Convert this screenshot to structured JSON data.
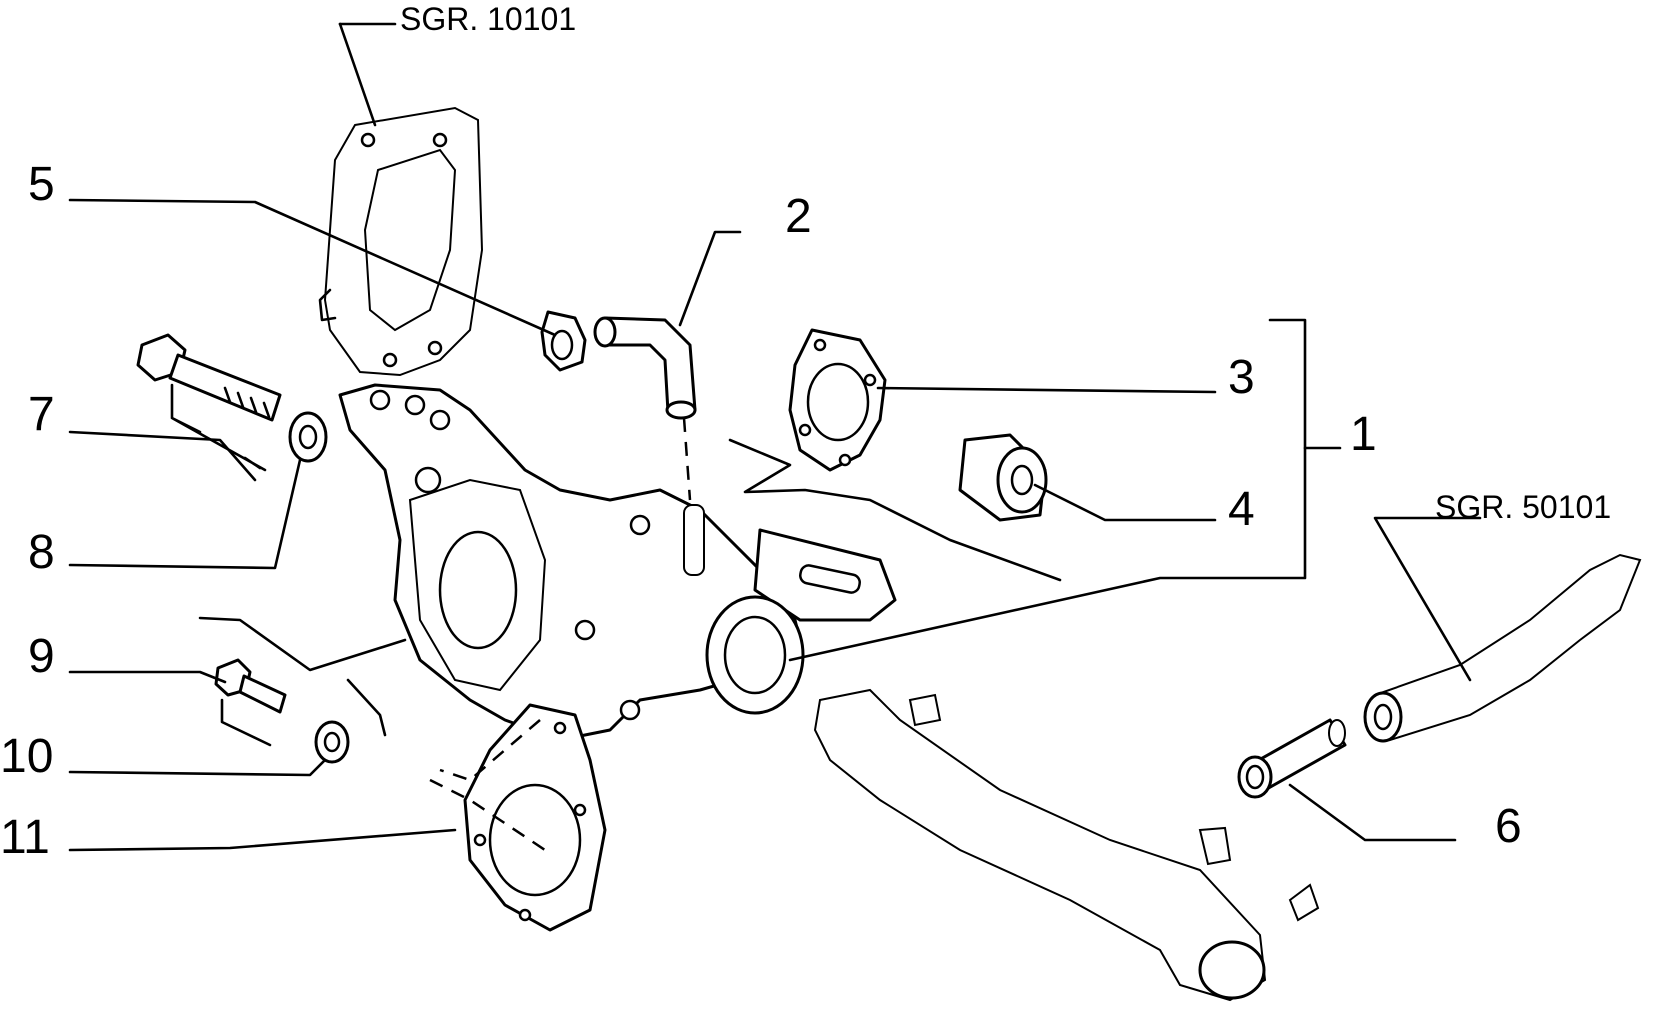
{
  "references": {
    "upper": "SGR. 10101",
    "right": "SGR. 50101"
  },
  "callouts": [
    {
      "id": "c1",
      "text": "1"
    },
    {
      "id": "c2",
      "text": "2"
    },
    {
      "id": "c3",
      "text": "3"
    },
    {
      "id": "c4",
      "text": "4"
    },
    {
      "id": "c5",
      "text": "5"
    },
    {
      "id": "c6",
      "text": "6"
    },
    {
      "id": "c7",
      "text": "7"
    },
    {
      "id": "c8",
      "text": "8"
    },
    {
      "id": "c9",
      "text": "9"
    },
    {
      "id": "c10",
      "text": "10"
    },
    {
      "id": "c11",
      "text": "11"
    }
  ]
}
